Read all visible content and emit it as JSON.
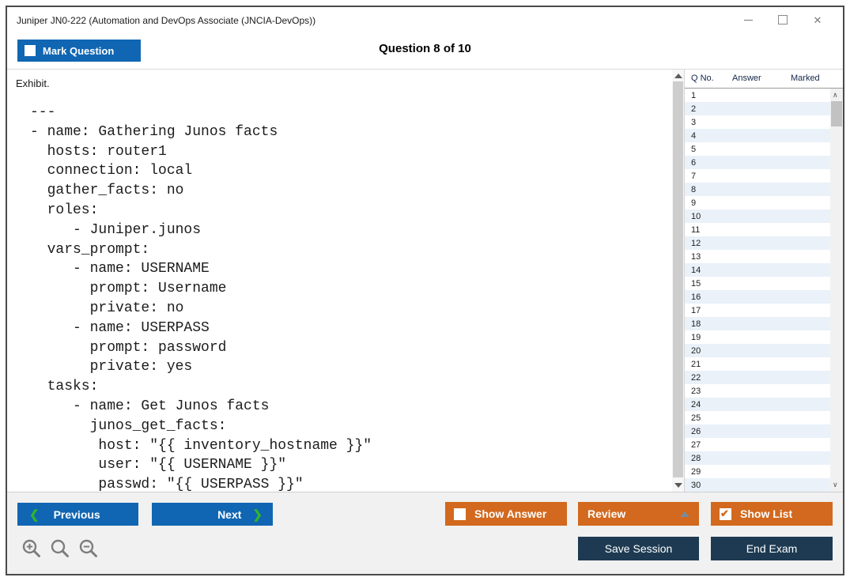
{
  "window": {
    "title": "Juniper JN0-222 (Automation and DevOps Associate (JNCIA-DevOps))"
  },
  "header": {
    "mark_question_label": "Mark Question",
    "mark_question_checked": false,
    "question_counter": "Question 8 of 10"
  },
  "exhibit": {
    "label": "Exhibit.",
    "code_lines": [
      "---",
      "- name: Gathering Junos facts",
      "  hosts: router1",
      "  connection: local",
      "  gather_facts: no",
      "  roles:",
      "     - Juniper.junos",
      "  vars_prompt:",
      "     - name: USERNAME",
      "       prompt: Username",
      "       private: no",
      "     - name: USERPASS",
      "       prompt: password",
      "       private: yes",
      "  tasks:",
      "     - name: Get Junos facts",
      "       junos_get_facts:",
      "        host: \"{{ inventory_hostname }}\"",
      "        user: \"{{ USERNAME }}\"",
      "        passwd: \"{{ USERPASS }}\""
    ]
  },
  "question_list": {
    "columns": [
      "Q No.",
      "Answer",
      "Marked"
    ],
    "rows": [
      {
        "q_no": "1",
        "answer": "",
        "marked": ""
      },
      {
        "q_no": "2",
        "answer": "",
        "marked": ""
      },
      {
        "q_no": "3",
        "answer": "",
        "marked": ""
      },
      {
        "q_no": "4",
        "answer": "",
        "marked": ""
      },
      {
        "q_no": "5",
        "answer": "",
        "marked": ""
      },
      {
        "q_no": "6",
        "answer": "",
        "marked": ""
      },
      {
        "q_no": "7",
        "answer": "",
        "marked": ""
      },
      {
        "q_no": "8",
        "answer": "",
        "marked": ""
      },
      {
        "q_no": "9",
        "answer": "",
        "marked": ""
      },
      {
        "q_no": "10",
        "answer": "",
        "marked": ""
      },
      {
        "q_no": "11",
        "answer": "",
        "marked": ""
      },
      {
        "q_no": "12",
        "answer": "",
        "marked": ""
      },
      {
        "q_no": "13",
        "answer": "",
        "marked": ""
      },
      {
        "q_no": "14",
        "answer": "",
        "marked": ""
      },
      {
        "q_no": "15",
        "answer": "",
        "marked": ""
      },
      {
        "q_no": "16",
        "answer": "",
        "marked": ""
      },
      {
        "q_no": "17",
        "answer": "",
        "marked": ""
      },
      {
        "q_no": "18",
        "answer": "",
        "marked": ""
      },
      {
        "q_no": "19",
        "answer": "",
        "marked": ""
      },
      {
        "q_no": "20",
        "answer": "",
        "marked": ""
      },
      {
        "q_no": "21",
        "answer": "",
        "marked": ""
      },
      {
        "q_no": "22",
        "answer": "",
        "marked": ""
      },
      {
        "q_no": "23",
        "answer": "",
        "marked": ""
      },
      {
        "q_no": "24",
        "answer": "",
        "marked": ""
      },
      {
        "q_no": "25",
        "answer": "",
        "marked": ""
      },
      {
        "q_no": "26",
        "answer": "",
        "marked": ""
      },
      {
        "q_no": "27",
        "answer": "",
        "marked": ""
      },
      {
        "q_no": "28",
        "answer": "",
        "marked": ""
      },
      {
        "q_no": "29",
        "answer": "",
        "marked": ""
      },
      {
        "q_no": "30",
        "answer": "",
        "marked": ""
      }
    ]
  },
  "footer": {
    "previous_label": "Previous",
    "next_label": "Next",
    "prev_chevron": "❮",
    "next_chevron": "❯",
    "show_answer_label": "Show Answer",
    "show_answer_checked": false,
    "review_label": "Review",
    "show_list_label": "Show List",
    "show_list_checked": true,
    "save_session_label": "Save Session",
    "end_exam_label": "End Exam"
  },
  "icons": {
    "zoom_in": "magnifier-plus",
    "zoom_reset": "magnifier",
    "zoom_out": "magnifier-minus"
  },
  "colors": {
    "primary_blue": "#1066b2",
    "accent_green": "#2fb52c",
    "accent_orange": "#d2691e",
    "dark_navy": "#1d3a52",
    "row_alt": "#eaf1f9",
    "frame_border": "#4a4a4a"
  }
}
